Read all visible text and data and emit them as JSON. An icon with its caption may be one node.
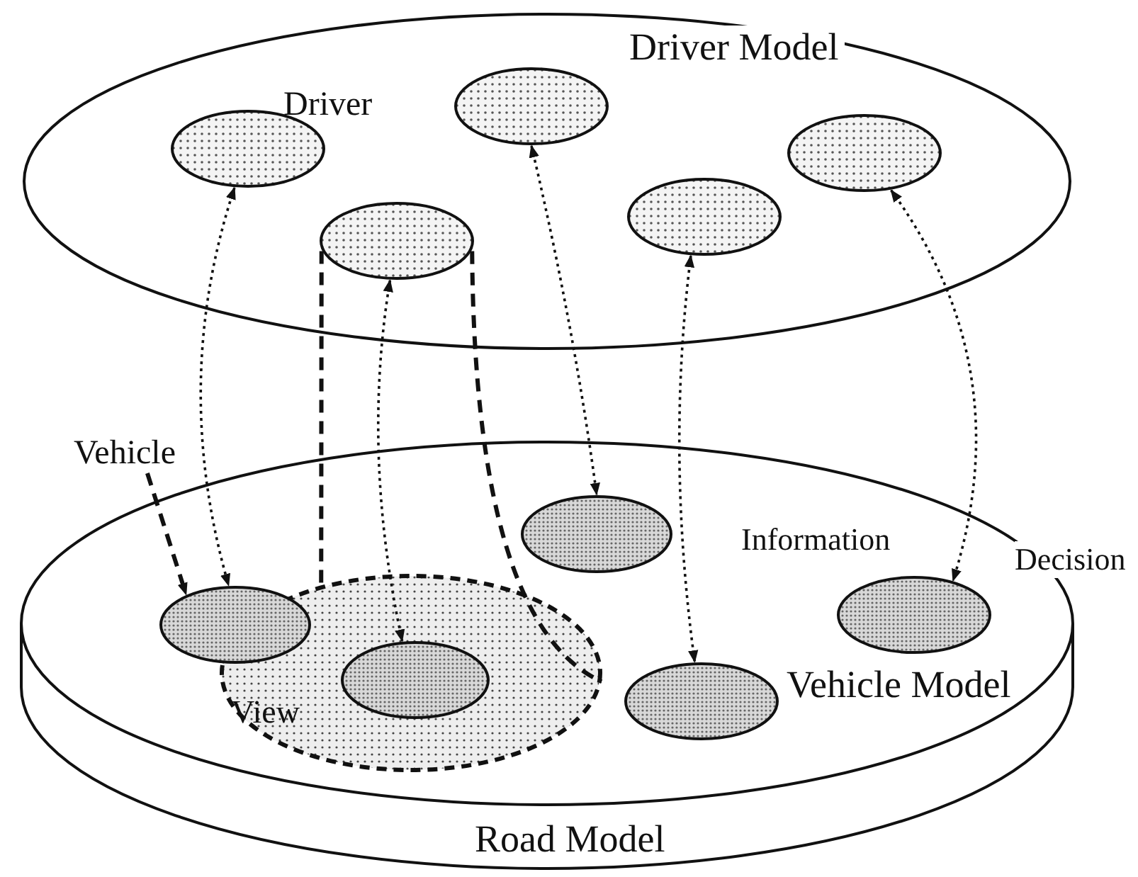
{
  "diagram": {
    "nodes": [
      {
        "text": [
          "Driver Model"
        ]
      },
      {
        "text": [
          "Driver"
        ],
        "in": 0
      },
      {
        "text": [],
        "shape": "ellipse",
        "in": 0
      },
      {
        "text": [],
        "shape": "ellipse",
        "in": 0
      },
      {
        "text": [],
        "shape": "ellipse",
        "in": 0
      },
      {
        "text": [],
        "shape": "ellipse",
        "in": 0
      },
      {
        "text": [
          "Road Model"
        ]
      },
      {
        "text": [],
        "shape": "ellipse",
        "in": 6
      },
      {
        "text": [
          "View"
        ],
        "in": 6
      },
      {
        "text": [],
        "shape": "ellipse",
        "in": 8
      },
      {
        "text": [],
        "shape": "ellipse",
        "in": 6
      },
      {
        "text": [],
        "shape": "ellipse",
        "in": 6
      },
      {
        "text": [],
        "shape": "ellipse",
        "in": 6
      },
      {
        "text": [
          "Vehicle"
        ]
      }
    ],
    "edges": [
      {
        "from": 1,
        "to": 7,
        "arrow": "both"
      },
      {
        "from": 2,
        "to": 10,
        "arrow": "both"
      },
      {
        "from": 3,
        "to": 9,
        "arrow": "both"
      },
      {
        "from": 4,
        "to": 11,
        "arrow": "both"
      },
      {
        "from": 5,
        "to": 12,
        "arrow": "both"
      },
      {
        "from": 13,
        "to": 7,
        "arrow": "to",
        "style": "dashed"
      },
      {
        "from": 3,
        "to": 8,
        "arrow": "none",
        "style": "dashed"
      },
      {
        "from": 3,
        "to": 8,
        "arrow": "none",
        "style": "dashed"
      }
    ],
    "labels": [
      "Information",
      "Decision",
      "Vehicle Model"
    ]
  }
}
